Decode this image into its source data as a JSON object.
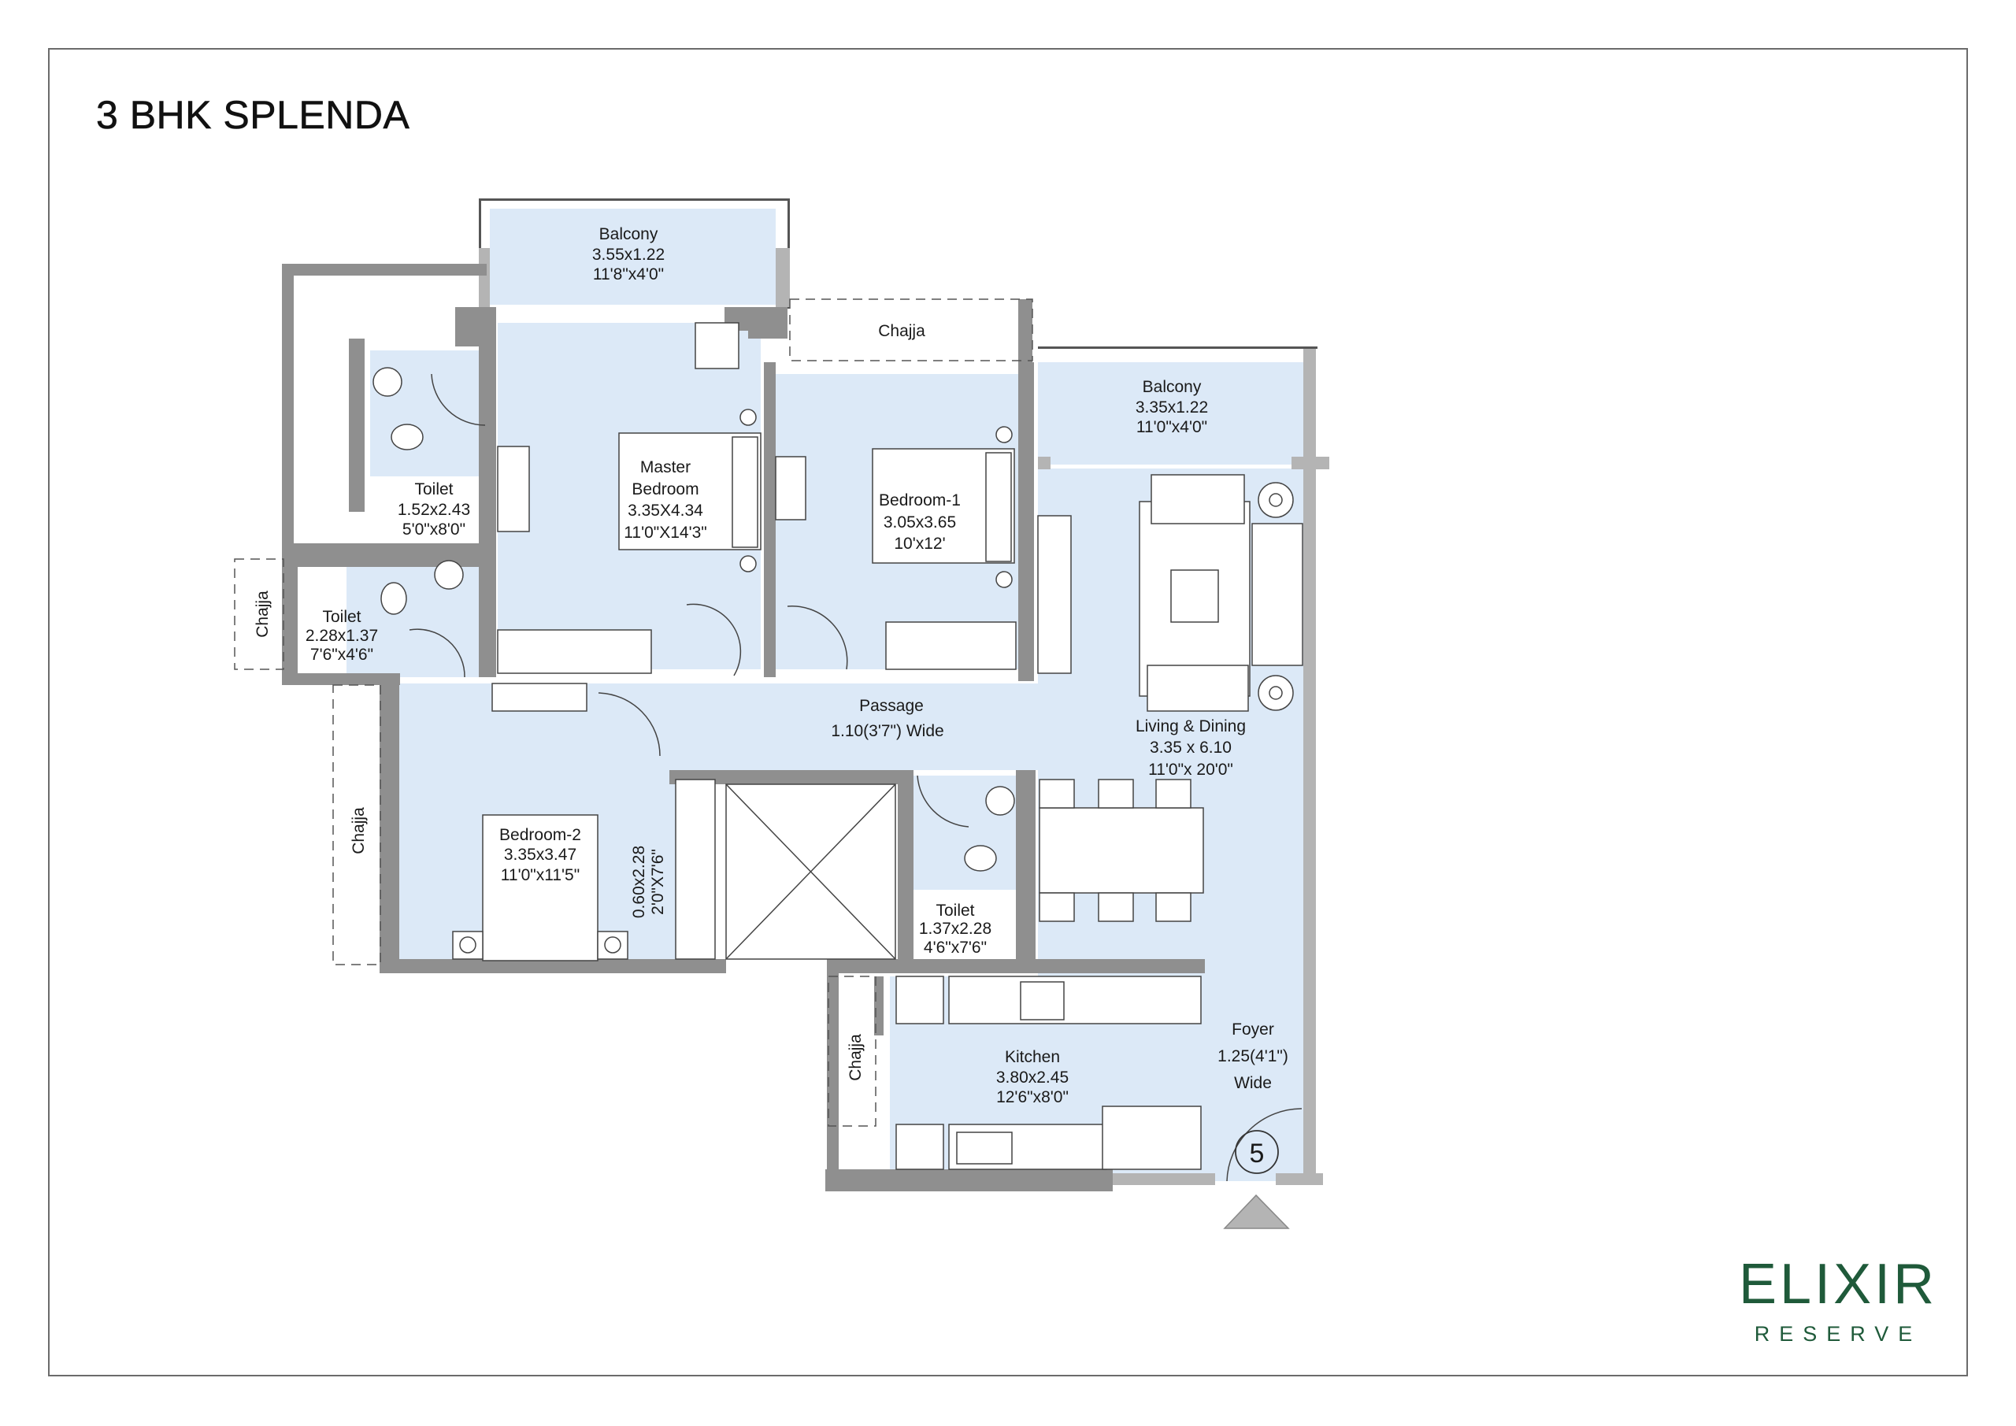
{
  "title": "3 BHK SPLENDA",
  "brand": {
    "name": "ELIXIR",
    "sub": "RESERVE",
    "color": "#1f5a3a"
  },
  "colors": {
    "room_fill": "#dce9f7",
    "wall": "#8f8f8f",
    "frame": "#6b6b6b"
  },
  "rooms": {
    "balcony_top": {
      "name": "Balcony",
      "metric": "3.55x1.22",
      "imperial": "11'8\"x4'0\""
    },
    "chajja_top": {
      "name": "Chajja"
    },
    "balcony_right": {
      "name": "Balcony",
      "metric": "3.35x1.22",
      "imperial": "11'0\"x4'0\""
    },
    "master_bedroom": {
      "name_line1": "Master",
      "name_line2": "Bedroom",
      "metric": "3.35X4.34",
      "imperial": "11'0\"X14'3\""
    },
    "bedroom1": {
      "name": "Bedroom-1",
      "metric": "3.05x3.65",
      "imperial": "10'x12'"
    },
    "toilet_master": {
      "name": "Toilet",
      "metric": "1.52x2.43",
      "imperial": "5'0\"x8'0\""
    },
    "toilet_left": {
      "name": "Toilet",
      "metric": "2.28x1.37",
      "imperial": "7'6\"x4'6\""
    },
    "chajja_left": {
      "name": "Chajja"
    },
    "chajja_bedroom2": {
      "name": "Chajja"
    },
    "passage": {
      "name": "Passage",
      "width": "1.10(3'7\") Wide"
    },
    "living_dining": {
      "name": "Living & Dining",
      "metric": "3.35 x 6.10",
      "imperial": "11'0\"x 20'0\""
    },
    "bedroom2": {
      "name": "Bedroom-2",
      "metric": "3.35x3.47",
      "imperial": "11'0\"x11'5\""
    },
    "wardrobe": {
      "metric": "0.60x2.28",
      "imperial": "2'0\"X7'6\""
    },
    "toilet_common": {
      "name": "Toilet",
      "metric": "1.37x2.28",
      "imperial": "4'6\"x7'6\""
    },
    "kitchen": {
      "name": "Kitchen",
      "metric": "3.80x2.45",
      "imperial": "12'6\"x8'0\""
    },
    "chajja_kitchen": {
      "name": "Chajja"
    },
    "foyer": {
      "name": "Foyer",
      "width": "1.25(4'1\")",
      "suffix": "Wide"
    }
  },
  "entry": {
    "number": "5"
  }
}
